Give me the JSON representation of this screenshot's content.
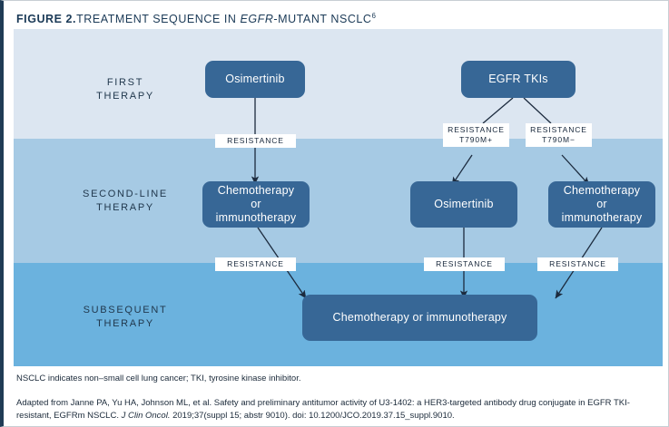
{
  "figure": {
    "label": "FIGURE 2.",
    "title_main": "TREATMENT SEQUENCE IN ",
    "title_italic": "EGFR",
    "title_tail": "-MUTANT NSCLC",
    "title_superscript": "6"
  },
  "rows": [
    {
      "id": "first",
      "label": "FIRST\nTHERAPY"
    },
    {
      "id": "second",
      "label": "SECOND-LINE\nTHERAPY"
    },
    {
      "id": "subsequent",
      "label": "SUBSEQUENT\nTHERAPY"
    }
  ],
  "nodes": [
    {
      "id": "osimertinib-first",
      "text": "Osimertinib"
    },
    {
      "id": "egfr-tkis",
      "text": "EGFR TKIs"
    },
    {
      "id": "chemo-immuno-left",
      "text": "Chemotherapy\nor\nimmunotherapy"
    },
    {
      "id": "osimertinib-second",
      "text": "Osimertinib"
    },
    {
      "id": "chemo-immuno-right",
      "text": "Chemotherapy\nor\nimmunotherapy"
    },
    {
      "id": "chemo-immuno-final",
      "text": "Chemotherapy or immunotherapy"
    }
  ],
  "connectors": [
    {
      "id": "resistance-1",
      "text": "RESISTANCE"
    },
    {
      "id": "resistance-t790m-pos",
      "text": "RESISTANCE\nT790M+"
    },
    {
      "id": "resistance-t790m-neg",
      "text": "RESISTANCE\nT790M−"
    },
    {
      "id": "resistance-2",
      "text": "RESISTANCE"
    },
    {
      "id": "resistance-3",
      "text": "RESISTANCE"
    },
    {
      "id": "resistance-4",
      "text": "RESISTANCE"
    }
  ],
  "footnote": "NSCLC indicates non–small cell lung cancer; TKI, tyrosine kinase inhibitor.",
  "citation": {
    "part1": "Adapted from Janne PA, Yu HA, Johnson ML, et al. Safety and preliminary antitumor activity of U3-1402: a HER3-targeted antibody drug conjugate in EGFR TKI-resistant, EGFRm NSCLC. ",
    "journal": "J Clin Oncol.",
    "part2": " 2019;37(suppl 15; abstr 9010). doi: 10.1200/JCO.2019.37.15_suppl.9010."
  },
  "colors": {
    "accent_navy": "#1f3b55",
    "node_blue": "#376796",
    "band_light": "#dce6f1",
    "band_mid": "#a6cae4",
    "band_dark": "#6bb2de",
    "arrow": "#1c2b3e"
  }
}
